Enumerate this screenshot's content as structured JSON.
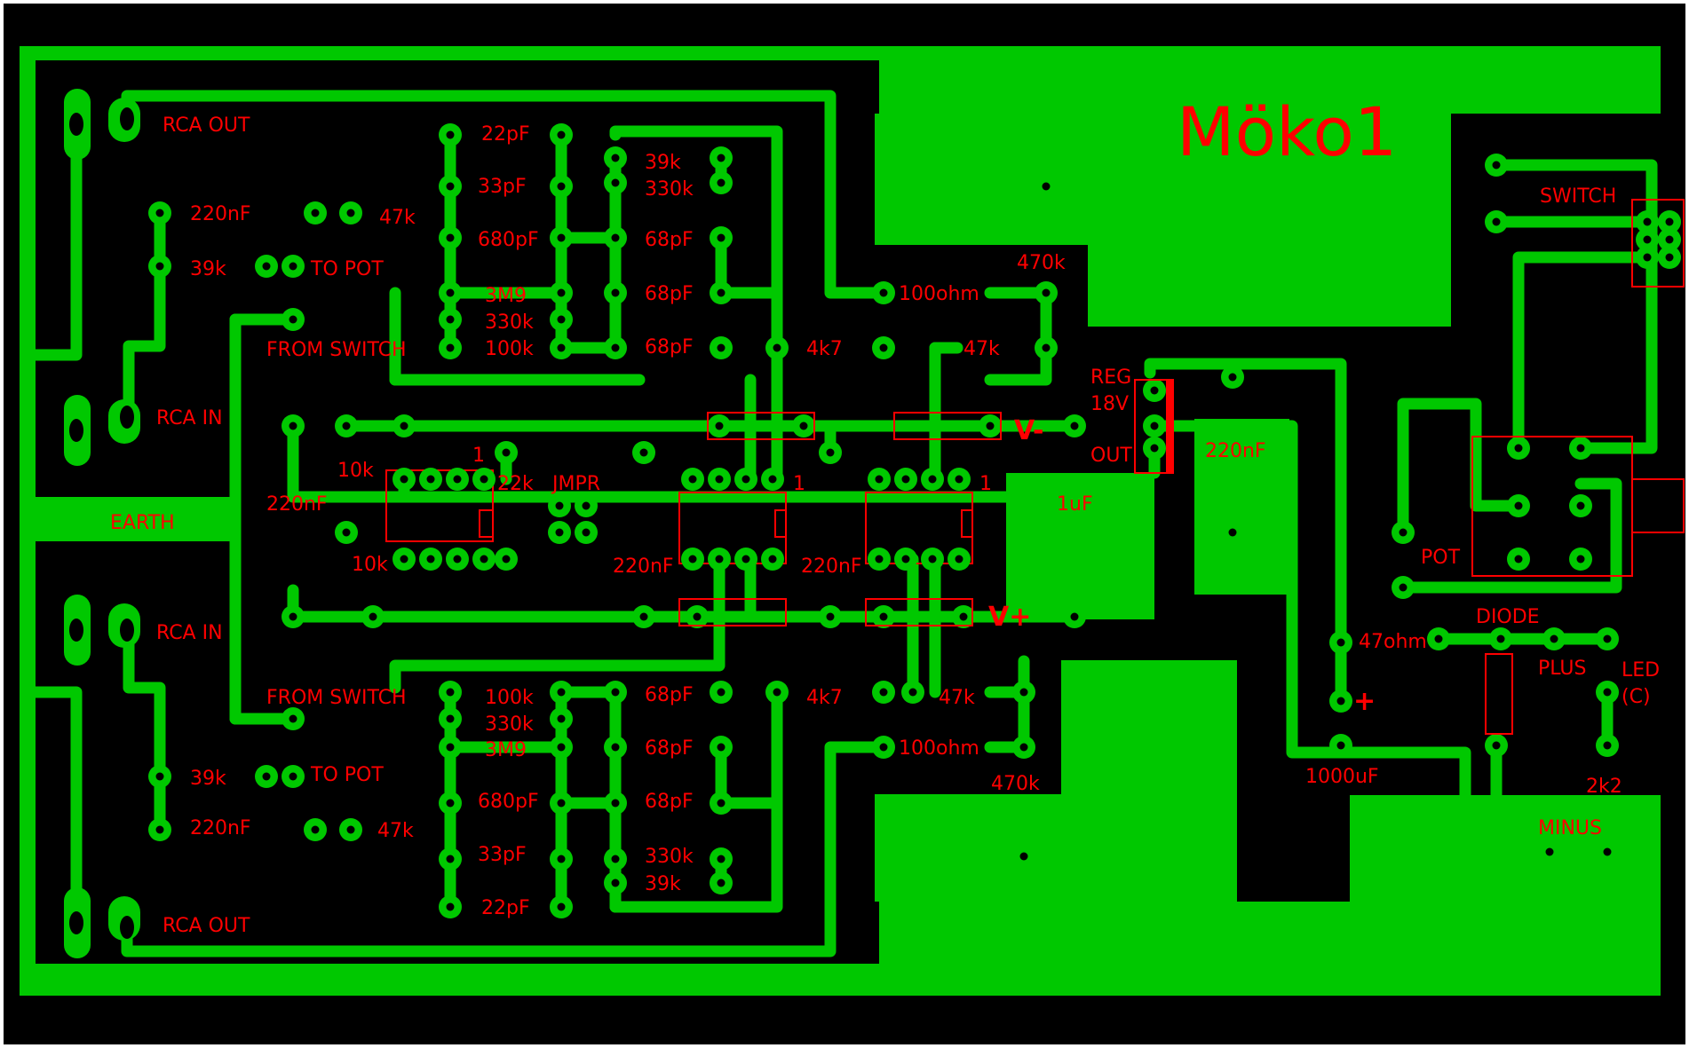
{
  "colors": {
    "background": "#000000",
    "copper": "#00c800",
    "silkscreen": "#ff0000",
    "hole": "#000000",
    "frame": "#ffffff"
  },
  "board": {
    "title": "Möko1"
  },
  "labels": {
    "rca_out_top": "RCA OUT",
    "rca_in_top": "RCA IN",
    "rca_in_bottom": "RCA IN",
    "rca_out_bottom": "RCA OUT",
    "earth": "EARTH",
    "from_switch_top": "FROM SWITCH",
    "from_switch_bottom": "FROM SWITCH",
    "to_pot_top": "TO POT",
    "to_pot_bottom": "TO POT",
    "c220nf_top": "220nF",
    "r39k_top": "39k",
    "r47k_top": "47k",
    "c220nf_bottom": "220nF",
    "r39k_bottom": "39k",
    "r47k_bottom": "47k",
    "c22pf_top": "22pF",
    "c33pf_top": "33pF",
    "c680pf_top": "680pF",
    "r3m9_top": "3M9",
    "r330k_top_left": "330k",
    "r100k_top": "100k",
    "r39k_top_mid": "39k",
    "r330k_top_mid": "330k",
    "c68pf_top_1": "68pF",
    "c68pf_top_2": "68pF",
    "c68pf_top_3": "68pF",
    "r100k_bottom": "100k",
    "r330k_bottom_left": "330k",
    "r3m9_bottom": "3M9",
    "c680pf_bottom": "680pF",
    "c33pf_bottom": "33pF",
    "c22pf_bottom": "22pF",
    "c68pf_bottom_1": "68pF",
    "c68pf_bottom_2": "68pF",
    "c68pf_bottom_3": "68pF",
    "r330k_bottom_mid": "330k",
    "r39k_bottom_mid": "39k",
    "r100ohm_top": "100ohm",
    "r470k_top": "470k",
    "r4k7_top": "4k7",
    "r47k_top_right": "47k",
    "r100ohm_bottom": "100ohm",
    "r470k_bottom": "470k",
    "r4k7_bottom": "4k7",
    "r47k_bottom_right": "47k",
    "r10k_top": "10k",
    "r10k_bottom": "10k",
    "c220nf_left": "220nF",
    "r22k": "22k",
    "pin1_small": "1",
    "jmpr": "JMPR",
    "pin1_ic1": "1",
    "pin1_ic2": "1",
    "c220nf_mid_1": "220nF",
    "c220nf_mid_2": "220nF",
    "v_minus": "V-",
    "v_plus": "V+",
    "reg": "REG",
    "reg_18v": "18V",
    "reg_out": "OUT",
    "c220nf_reg": "220nF",
    "c1uf": "1uF",
    "switch": "SWITCH",
    "pot": "POT",
    "diode": "DIODE",
    "r47ohm": "47ohm",
    "plus": "PLUS",
    "plus_sign": "+",
    "led": "LED",
    "led_c": "(C)",
    "c1000uf": "1000uF",
    "r2k2": "2k2",
    "minus": "MINUS"
  }
}
